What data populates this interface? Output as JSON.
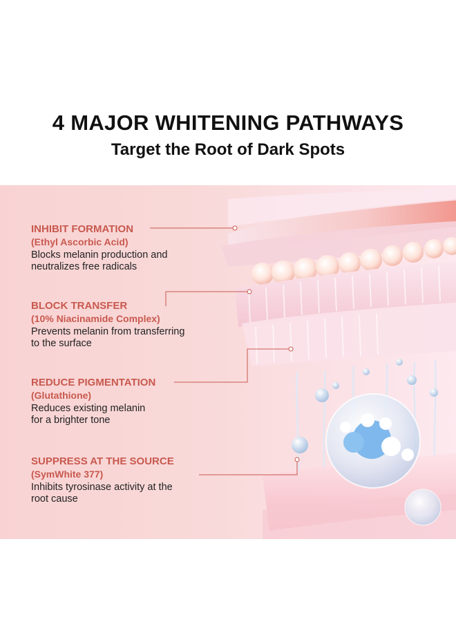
{
  "header": {
    "title": "4 MAJOR WHITENING PATHWAYS",
    "subtitle": "Target the Root of Dark Spots"
  },
  "pathways": [
    {
      "title": "INHIBIT FORMATION",
      "ingredient": "(Ethyl Ascorbic Acid)",
      "description_lines": [
        "Blocks melanin production and",
        "neutralizes free radicals"
      ]
    },
    {
      "title": "BLOCK TRANSFER",
      "ingredient": "(10% Niacinamide Complex)",
      "description_lines": [
        "Prevents melanin from transferring",
        "to the surface"
      ]
    },
    {
      "title": "REDUCE PIGMENTATION",
      "ingredient": "(Glutathione)",
      "description_lines": [
        "Reduces existing melanin",
        "for a brighter tone"
      ]
    },
    {
      "title": "SUPPRESS AT THE SOURCE",
      "ingredient": "(SymWhite 377)",
      "description_lines": [
        "Inhibits tyrosinase activity at the",
        "root cause"
      ]
    }
  ],
  "colors": {
    "accent": "#c8594e",
    "panel_background": "#f9d6d6",
    "text": "#111111"
  },
  "illustration": {
    "icon": "skin-layers-illustration"
  }
}
